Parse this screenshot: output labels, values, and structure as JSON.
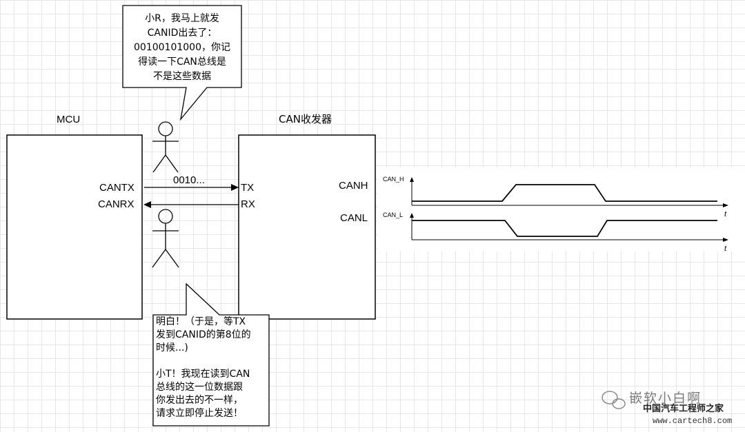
{
  "mcu": {
    "title": "MCU",
    "cantx": "CANTX",
    "canrx": "CANRX"
  },
  "transceiver": {
    "title": "CAN收发器",
    "tx": "TX",
    "rx": "RX",
    "canh": "CANH",
    "canl": "CANL"
  },
  "bits_label": "0010...",
  "bubble_top": {
    "lines": [
      "小R，我马上就发",
      "CANID出去了：",
      "00100101000，你记",
      "得读一下CAN总线是",
      "不是这些数据"
    ]
  },
  "bubble_bottom": {
    "lines": [
      "明白！（于是，等TX",
      "发到CANID的第8位的",
      "时候...)",
      "",
      "小T！我现在读到CAN",
      "总线的这一位数据跟",
      "你发出去的不一样，",
      "请求立即停止发送！"
    ]
  },
  "waveform": {
    "canh_label": "CAN_H",
    "canl_label": "CAN_L",
    "time_axis": "t"
  },
  "watermark": {
    "channel": "嵌软小白啊",
    "site_name": "中国汽车工程师之家",
    "site_url": "www.cartech8.com"
  }
}
